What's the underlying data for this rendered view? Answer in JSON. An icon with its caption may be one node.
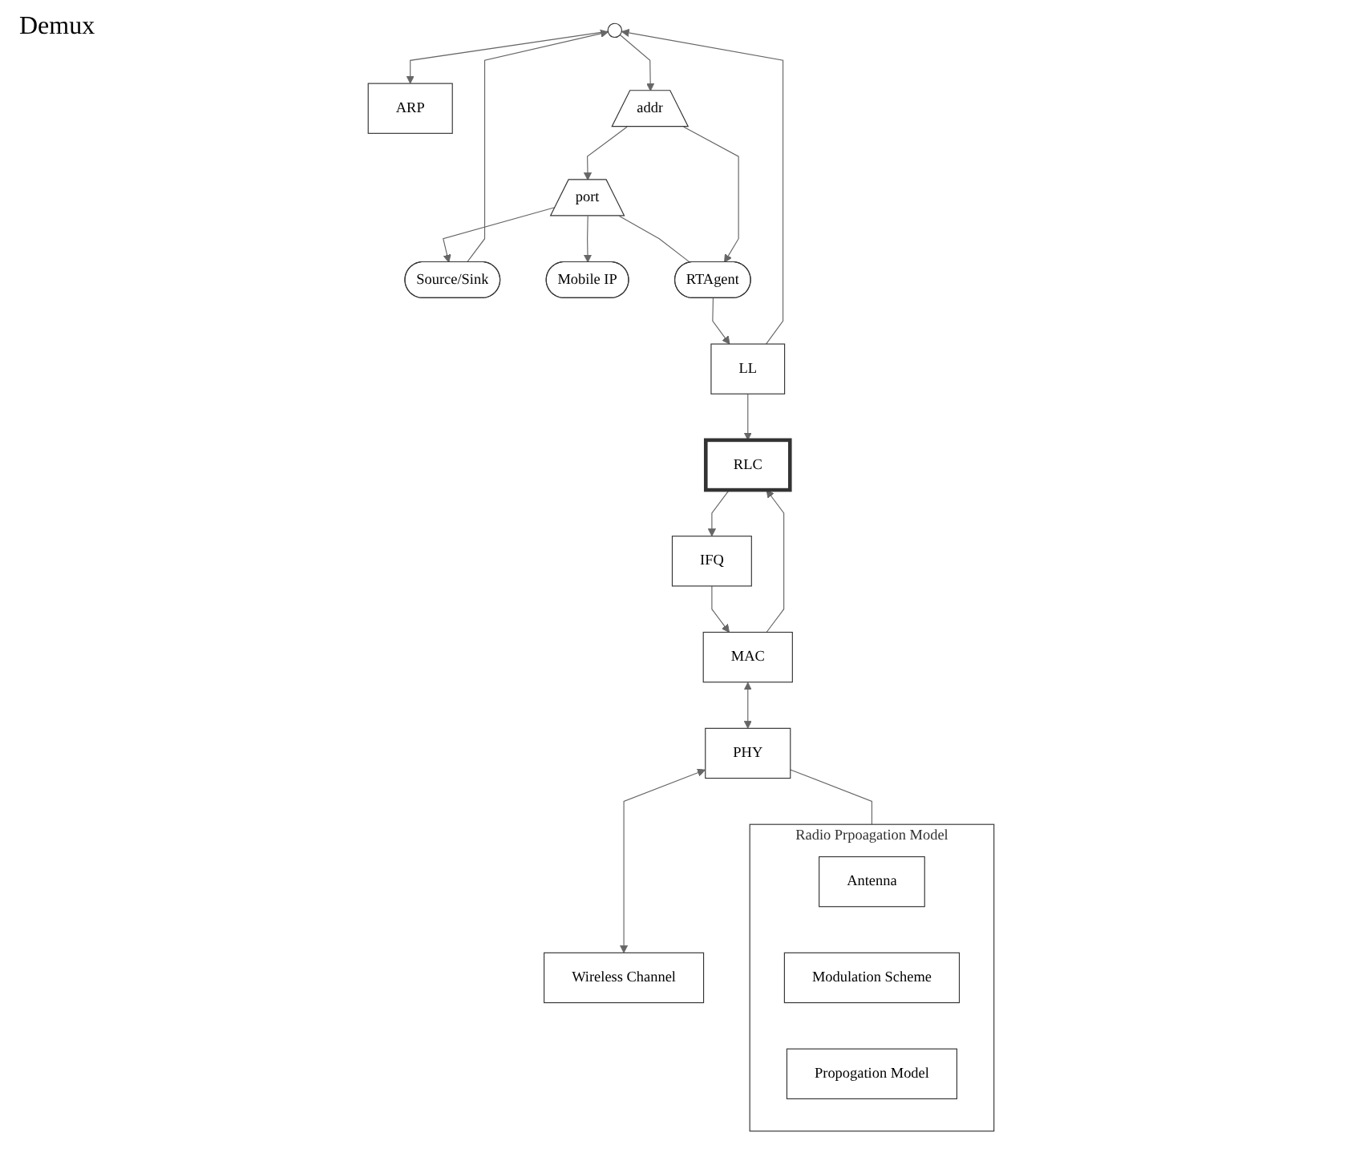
{
  "diagram": {
    "nodes": [
      {
        "text": [
          "ARP"
        ]
      },
      {
        "text": [],
        "shape": "circle"
      },
      {
        "text": [
          "addr"
        ]
      },
      {
        "text": [
          "port"
        ]
      },
      {
        "text": [
          "Source/Sink"
        ]
      },
      {
        "text": [
          "Mobile IP"
        ]
      },
      {
        "text": [
          "RTAgent"
        ]
      },
      {
        "text": [
          "LL"
        ]
      },
      {
        "text": [
          "RLC"
        ]
      },
      {
        "text": [
          "IFQ"
        ]
      },
      {
        "text": [
          "MAC"
        ]
      },
      {
        "text": [
          "PHY"
        ]
      },
      {
        "text": [
          "Radio Prpoagation Model"
        ]
      },
      {
        "text": [
          "Antenna"
        ],
        "in": 12
      },
      {
        "text": [
          "Modulation Scheme"
        ],
        "in": 12
      },
      {
        "text": [
          "Propogation Model"
        ],
        "in": 12
      },
      {
        "text": [
          "Wireless Channel"
        ]
      }
    ],
    "edges": [
      {
        "from": 1,
        "to": 0,
        "arrow": "to"
      },
      {
        "from": 4,
        "to": 1,
        "arrow": "to"
      },
      {
        "from": 1,
        "to": 2,
        "arrow": "to"
      },
      {
        "from": 2,
        "to": 3,
        "arrow": "to"
      },
      {
        "from": 3,
        "to": 4,
        "arrow": "to"
      },
      {
        "from": 3,
        "to": 5,
        "arrow": "to"
      },
      {
        "from": 3,
        "to": 6,
        "arrow": "none"
      },
      {
        "from": 2,
        "to": 6,
        "arrow": "to"
      },
      {
        "from": 6,
        "to": 7,
        "arrow": "to"
      },
      {
        "from": 7,
        "to": 1,
        "arrow": "to"
      },
      {
        "from": 7,
        "to": 8,
        "arrow": "to"
      },
      {
        "from": 8,
        "to": 9,
        "arrow": "to"
      },
      {
        "from": 9,
        "to": 10,
        "arrow": "to"
      },
      {
        "from": 10,
        "to": 8,
        "arrow": "to"
      },
      {
        "from": 10,
        "to": 11,
        "arrow": "both"
      },
      {
        "from": 11,
        "to": 12,
        "arrow": "none"
      },
      {
        "from": 11,
        "to": 16,
        "arrow": "both"
      }
    ],
    "labels": [
      "Demux"
    ]
  }
}
